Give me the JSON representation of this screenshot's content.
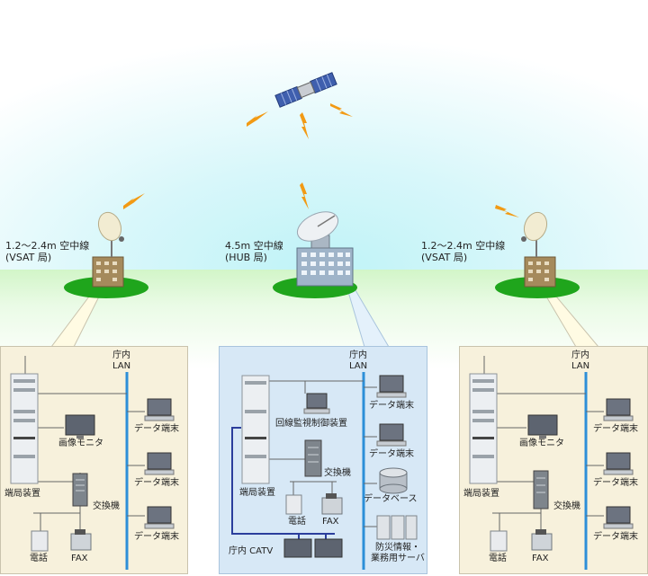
{
  "stations": {
    "left": {
      "label_line1": "1.2～2.4m 空中線",
      "label_line2": "(VSAT 局)"
    },
    "center": {
      "label_line1": "4.5m 空中線",
      "label_line2": "(HUB 局)"
    },
    "right": {
      "label_line1": "1.2～2.4m 空中線",
      "label_line2": "(VSAT 局)"
    }
  },
  "left_panel": {
    "lan_line1": "庁内",
    "lan_line2": "LAN",
    "terminal_equipment": "端局装置",
    "image_monitor": "画像モニタ",
    "exchange": "交換機",
    "phone": "電話",
    "fax": "FAX",
    "data_terminals": [
      "データ端末",
      "データ端末",
      "データ端末"
    ]
  },
  "center_panel": {
    "lan_line1": "庁内",
    "lan_line2": "LAN",
    "line_monitor_control": "回線監視制御装置",
    "terminal_equipment": "端局装置",
    "exchange": "交換機",
    "phone": "電話",
    "fax": "FAX",
    "catv": "庁内 CATV",
    "data_terminals": [
      "データ端末",
      "データ端末"
    ],
    "database": "データベース",
    "server_line1": "防災情報・",
    "server_line2": "業務用サーバ"
  },
  "right_panel": {
    "lan_line1": "庁内",
    "lan_line2": "LAN",
    "terminal_equipment": "端局装置",
    "image_monitor": "画像モニタ",
    "exchange": "交換機",
    "phone": "電話",
    "fax": "FAX",
    "data_terminals": [
      "データ端末",
      "データ端末",
      "データ端末"
    ]
  },
  "colors": {
    "lan": "#2d8fd8",
    "catv": "#2b3e9c",
    "ground_disc": "#1fa51c",
    "signal": "#f29a14"
  },
  "icons": [
    "satellite-icon",
    "dish-antenna-icon",
    "building-icon",
    "server-rack-icon",
    "monitor-icon",
    "desktop-terminal-icon",
    "telephone-icon",
    "fax-icon",
    "database-icon",
    "lightning-signal-icon"
  ]
}
